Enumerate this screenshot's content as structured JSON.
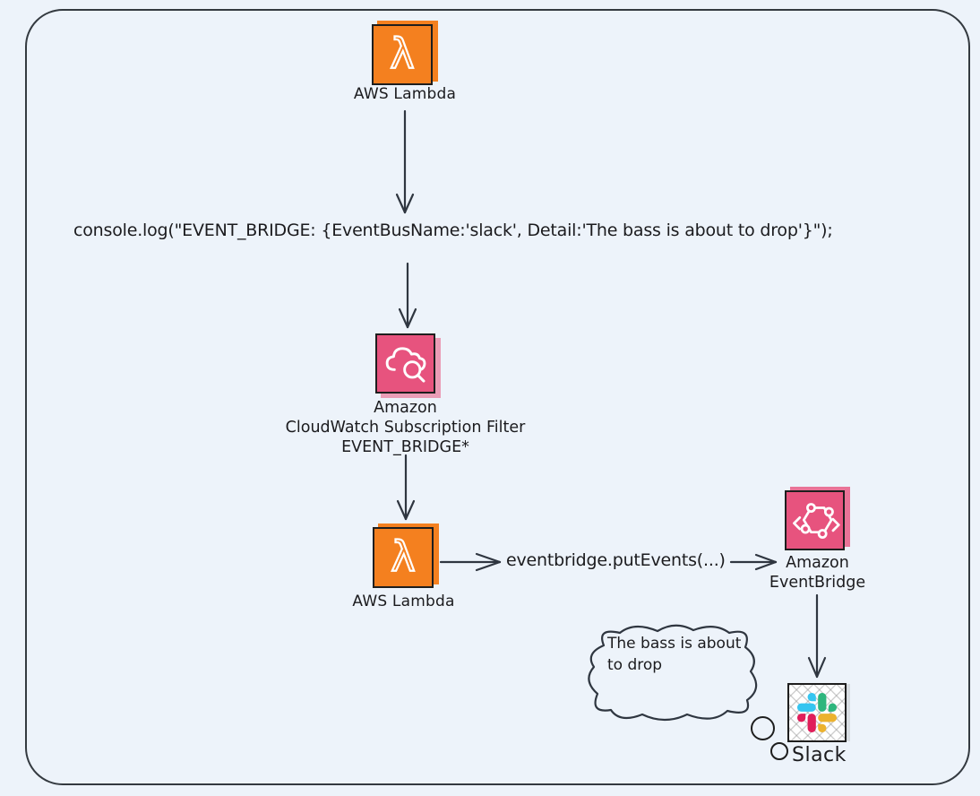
{
  "canvas": {
    "background": "#edf3fa",
    "frame_border": "#343a40",
    "ink": "#1b1b1e"
  },
  "nodes": {
    "lambda_top": {
      "label": "AWS Lambda",
      "color": "#f4801f"
    },
    "cloudwatch": {
      "label_lines": [
        "Amazon",
        "CloudWatch Subscription Filter",
        "EVENT_BRIDGE*"
      ],
      "color": "#e7537e"
    },
    "lambda_bottom": {
      "label": "AWS Lambda",
      "color": "#f4801f"
    },
    "eventbridge": {
      "label_lines": [
        "Amazon",
        "EventBridge"
      ],
      "color": "#e7537e"
    },
    "slack": {
      "label": "Slack",
      "logo_colors": {
        "blue": "#36c5f0",
        "green": "#2eb67d",
        "red": "#e01e5a",
        "yellow": "#ecb22e"
      }
    }
  },
  "texts": {
    "console_log": "console.log(\"EVENT_BRIDGE: {EventBusName:'slack', Detail:'The bass is about to drop'}\");",
    "put_events": "eventbridge.putEvents(...)",
    "thought_bubble": "The bass is about to drop"
  }
}
